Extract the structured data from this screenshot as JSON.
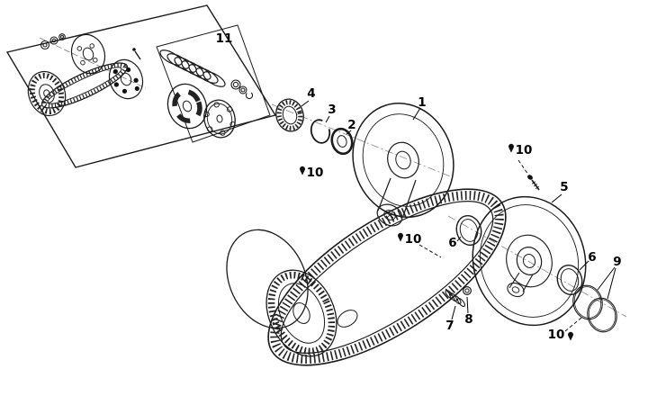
{
  "diagram": {
    "type": "exploded-parts-diagram",
    "background": "#ffffff",
    "line_color": "#1a1a1a",
    "callouts": {
      "c1": "1",
      "c2": "2",
      "c3": "3",
      "c4": "4",
      "c5": "5",
      "c6_left": "6",
      "c6_right": "6",
      "c7": "7",
      "c8": "8",
      "c9": "9",
      "c10_top": "10",
      "c10_mid": "10",
      "c10_left": "10",
      "c10_bottom": "10",
      "c11": "11"
    }
  }
}
